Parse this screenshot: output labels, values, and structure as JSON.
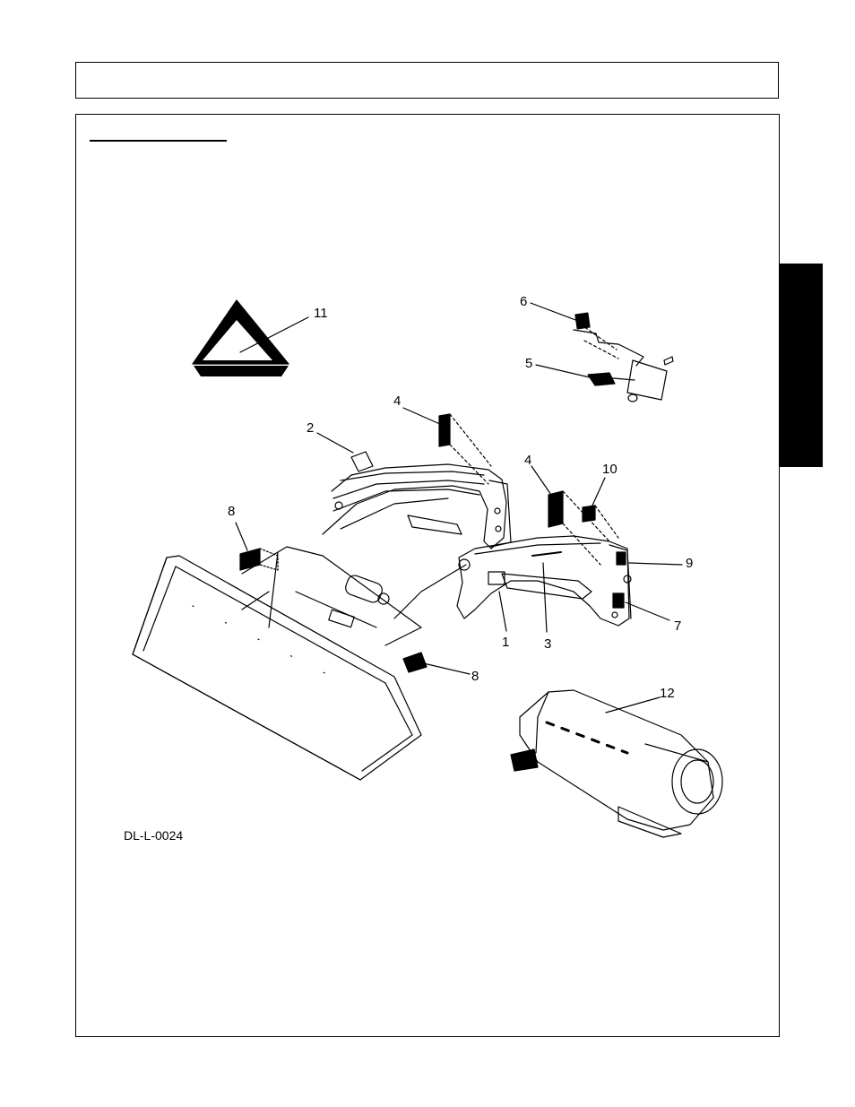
{
  "figure": {
    "id": "DL-L-0024",
    "callouts": [
      "1",
      "2",
      "3",
      "4",
      "4",
      "5",
      "6",
      "7",
      "8",
      "8",
      "9",
      "10",
      "11",
      "12"
    ]
  }
}
